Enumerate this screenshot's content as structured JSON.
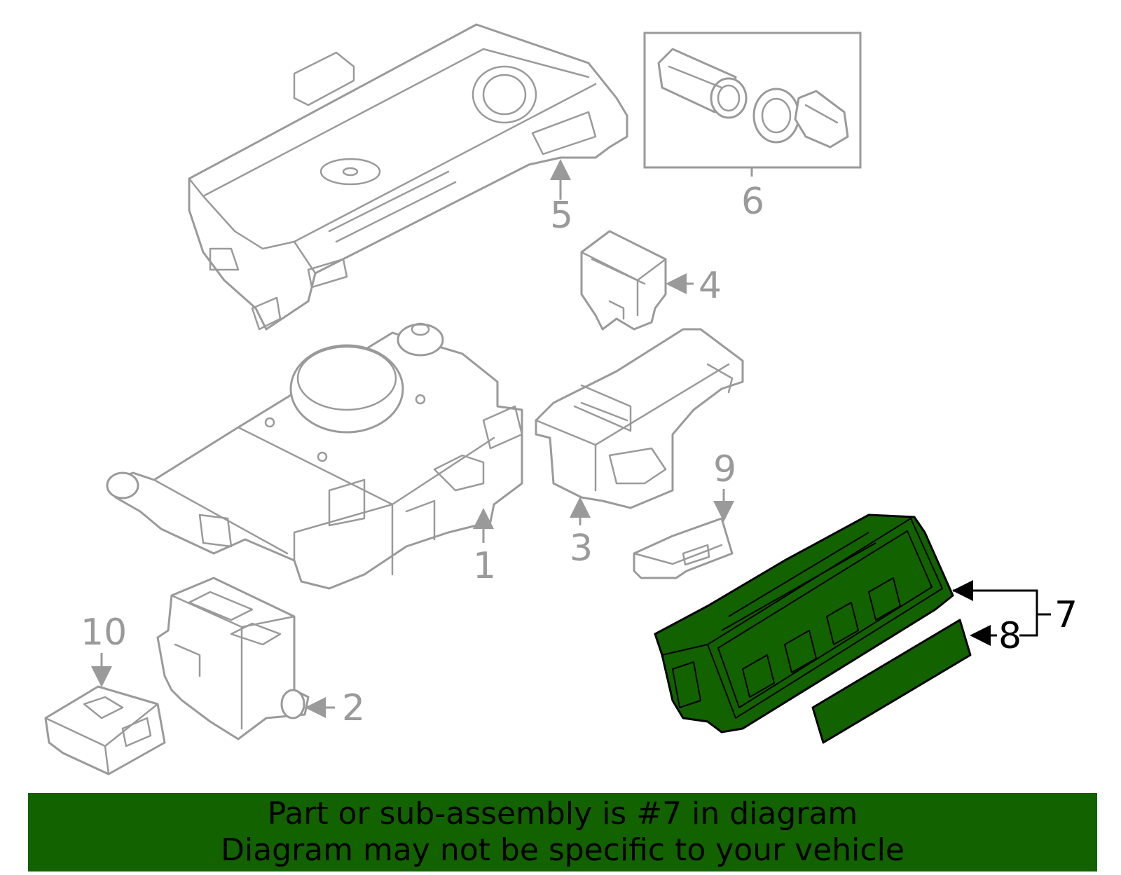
{
  "callouts": {
    "c1": "1",
    "c2": "2",
    "c3": "3",
    "c4": "4",
    "c5": "5",
    "c6": "6",
    "c7": "7",
    "c8": "8",
    "c9": "9",
    "c10": "10"
  },
  "highlighted_part": "7",
  "colors": {
    "highlight": "#126200",
    "line": "#9a9a9a",
    "banner": "#126200"
  },
  "banner": {
    "line1": "Part or sub-assembly is #7 in diagram",
    "line2": "Diagram may not be specific to your vehicle"
  }
}
